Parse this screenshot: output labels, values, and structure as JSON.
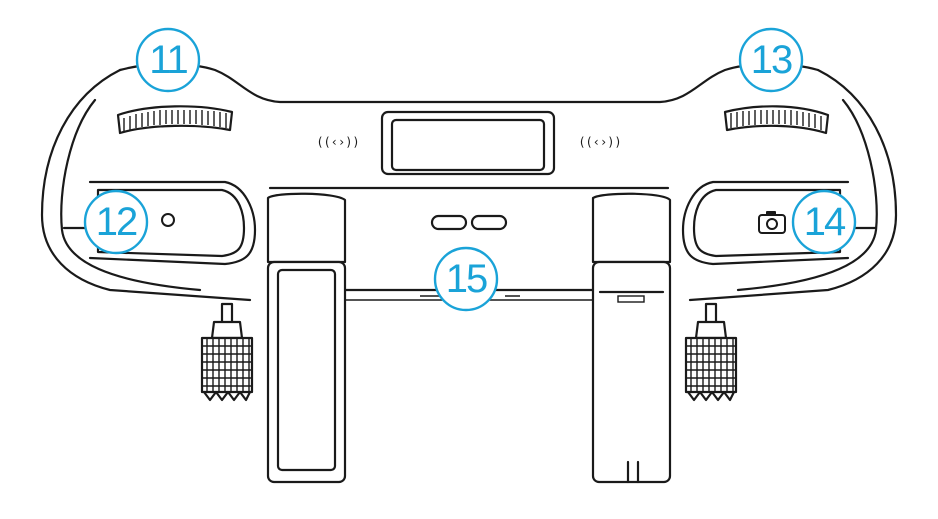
{
  "callouts": [
    {
      "id": "11",
      "label": "11"
    },
    {
      "id": "12",
      "label": "12"
    },
    {
      "id": "13",
      "label": "13"
    },
    {
      "id": "14",
      "label": "14"
    },
    {
      "id": "15",
      "label": "15"
    }
  ],
  "icons": {
    "left_signal": "((‹›))",
    "right_signal": "((‹›))",
    "camera": "camera-icon",
    "record": "record-dot-icon"
  },
  "colors": {
    "callout": "#1aa3d8",
    "outline": "#1a1a1a"
  }
}
